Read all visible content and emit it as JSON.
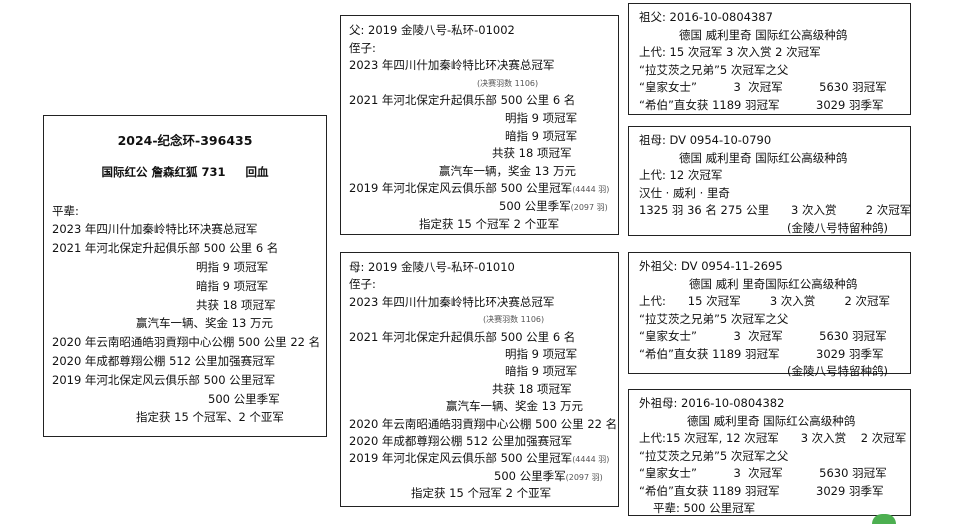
{
  "main": {
    "title": "2024-纪念环-396435",
    "subtitle": "国际红公 詹森红狐 731",
    "blood": "回血",
    "lines": [
      "平辈:",
      "2023 年四川什加秦岭特比环决赛总冠军",
      "2021 年河北保定升起俱乐部 500 公里 6 名",
      "明指 9 项冠军",
      "暗指 9 项冠军",
      "共获 18 项冠军",
      "赢汽车一辆、奖金 13 万元",
      "2020 年云南昭通皓羽貢翔中心公棚 500 公里 22 名",
      "2020 年成都尊翔公棚 512 公里加强赛冠军",
      "2019 年河北保定风云俱乐部 500 公里冠军",
      "500 公里季军",
      "指定获 15 个冠军、2 个亚军"
    ]
  },
  "father": {
    "lines": [
      "父: 2019 金陵八号-私环-01002",
      "侄子:",
      "2023 年四川什加秦岭特比环决赛总冠军",
      "(决赛羽数 1106)",
      "2021 年河北保定升起俱乐部  500 公里  6 名",
      "明指 9 项冠军",
      "暗指 9 项冠军",
      "共获  18 项冠军",
      "赢汽车一辆，奖金 13 万元",
      "2019 年河北保定风云俱乐部 500 公里冠军",
      "500 公里季军",
      "指定获 15 个冠军     2 个亚军"
    ],
    "notes": [
      "(4444 羽)",
      "(2097 羽)"
    ]
  },
  "mother": {
    "lines": [
      "母: 2019 金陵八号-私环-01010",
      "侄子:",
      "2023 年四川什加秦岭特比环决赛总冠军",
      "(决赛羽数 1106)",
      "2021 年河北保定升起俱乐部  500 公里    6 名",
      "明指  9 项冠军",
      "暗指  9 项冠军",
      "共获    18 项冠军",
      "赢汽车一辆、奖金 13 万元",
      "2020 年云南昭通皓羽貢翔中心公棚 500 公里 22 名",
      "2020 年成都尊翔公棚 512 公里加强赛冠军",
      "2019 年河北保定风云俱乐部 500 公里冠军",
      "500 公里季军",
      "指定获 15 个冠军     2 个亚军"
    ],
    "notes": [
      "(4444 羽)",
      "(2097 羽)"
    ]
  },
  "grandfather": {
    "lines": [
      "祖父: 2016-10-0804387",
      "德国  威利里奇  国际红公高级种鸽",
      "上代: 15 次冠军    3 次入赏        2 次冠军",
      "“拉艾茨之兄弟”5 次冠军之父",
      "“皇家女士”          3  次冠军          5630 羽冠军",
      "“希伯”直女获 1189 羽冠军          3029 羽季军"
    ]
  },
  "grandmother": {
    "lines": [
      "祖母: DV 0954-10-0790",
      "德国  威利里奇  国际红公高级种鸽",
      "上代: 12 次冠军",
      "汉仕 · 威利 · 里奇",
      "1325 羽 36 名 275 公里      3 次入赏        2 次冠军",
      "(金陵八号特留种鸽)"
    ]
  },
  "maternal_grandfather": {
    "lines": [
      "外祖父: DV 0954-11-2695",
      "德国  威利  里奇国际红公高级种鸽",
      "上代:      15 次冠军        3 次入赏        2 次冠军",
      "“拉艾茨之兄弟”5 次冠军之父",
      "“皇家女士”          3  次冠军          5630 羽冠军",
      "“希伯”直女获 1189 羽冠军          3029 羽季军",
      "(金陵八号特留种鸽)"
    ]
  },
  "maternal_grandmother": {
    "lines": [
      "外祖母: 2016-10-0804382",
      "德国  威利里奇  国际红公高级种鸽",
      "上代:15 次冠军, 12 次冠军      3 次入赏    2 次冠军",
      "“拉艾茨之兄弟”5 次冠军之父",
      "“皇家女士”          3  次冠军          5630 羽冠军",
      "“希伯”直女获 1189 羽冠军          3029 羽季军",
      "平辈: 500 公里冠军"
    ]
  }
}
